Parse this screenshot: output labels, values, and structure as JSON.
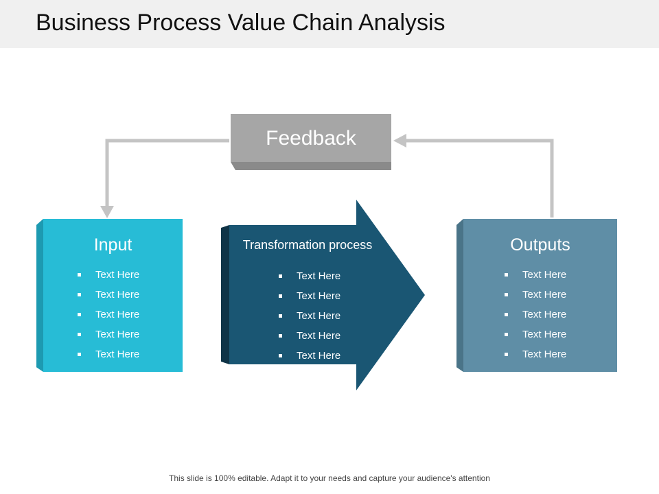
{
  "title": "Business Process Value Chain Analysis",
  "feedback": {
    "label": "Feedback"
  },
  "input": {
    "title": "Input",
    "items": [
      "Text Here",
      "Text Here",
      "Text Here",
      "Text Here",
      "Text Here"
    ]
  },
  "process": {
    "title": "Transformation process",
    "items": [
      "Text Here",
      "Text Here",
      "Text Here",
      "Text Here",
      "Text Here"
    ]
  },
  "outputs": {
    "title": "Outputs",
    "items": [
      "Text Here",
      "Text Here",
      "Text Here",
      "Text Here",
      "Text Here"
    ]
  },
  "footer": "This slide is 100% editable. Adapt it to your needs and capture your audience's attention",
  "colors": {
    "input": "#27bcd6",
    "process": "#1a5673",
    "outputs": "#5f8ea6",
    "feedback": "#a6a6a6",
    "connector": "#c4c4c4"
  }
}
